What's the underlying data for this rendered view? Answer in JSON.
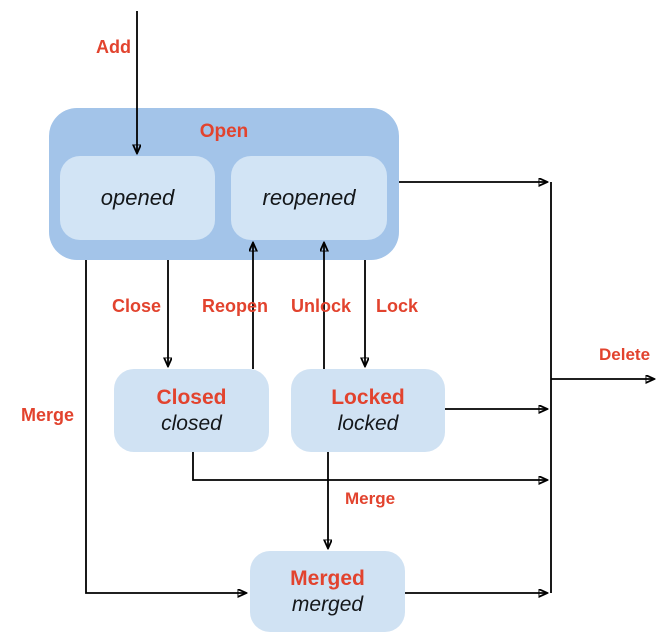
{
  "diagram": {
    "type": "state-diagram",
    "nodes": {
      "open": {
        "title": "Open",
        "substates": {
          "opened": "opened",
          "reopened": "reopened"
        }
      },
      "closed": {
        "title": "Closed",
        "subtitle": "closed"
      },
      "locked": {
        "title": "Locked",
        "subtitle": "locked"
      },
      "merged": {
        "title": "Merged",
        "subtitle": "merged"
      }
    },
    "transitions": {
      "add": "Add",
      "close": "Close",
      "reopen": "Reopen",
      "unlock": "Unlock",
      "lock": "Lock",
      "merge_left": "Merge",
      "merge_bottom": "Merge",
      "delete": "Delete"
    },
    "edges": [
      {
        "from": "start",
        "to": "opened",
        "label": "Add"
      },
      {
        "from": "open",
        "to": "closed",
        "label": "Close"
      },
      {
        "from": "closed",
        "to": "reopened",
        "label": "Reopen"
      },
      {
        "from": "locked",
        "to": "reopened",
        "label": "Unlock"
      },
      {
        "from": "open",
        "to": "locked",
        "label": "Lock"
      },
      {
        "from": "open",
        "to": "merged",
        "label": "Merge"
      },
      {
        "from": "locked",
        "to": "merged",
        "label": "Merge"
      },
      {
        "from": "open",
        "to": "delete",
        "label": "Delete"
      },
      {
        "from": "closed",
        "to": "delete",
        "label": "Delete"
      },
      {
        "from": "locked",
        "to": "delete",
        "label": "Delete"
      },
      {
        "from": "merged",
        "to": "delete",
        "label": "Delete"
      }
    ],
    "colors": {
      "open_container": "#a3c4e9",
      "state_box": "#d0e2f3",
      "label_red": "#e2432e",
      "line": "#000000",
      "text": "#14171a"
    }
  }
}
